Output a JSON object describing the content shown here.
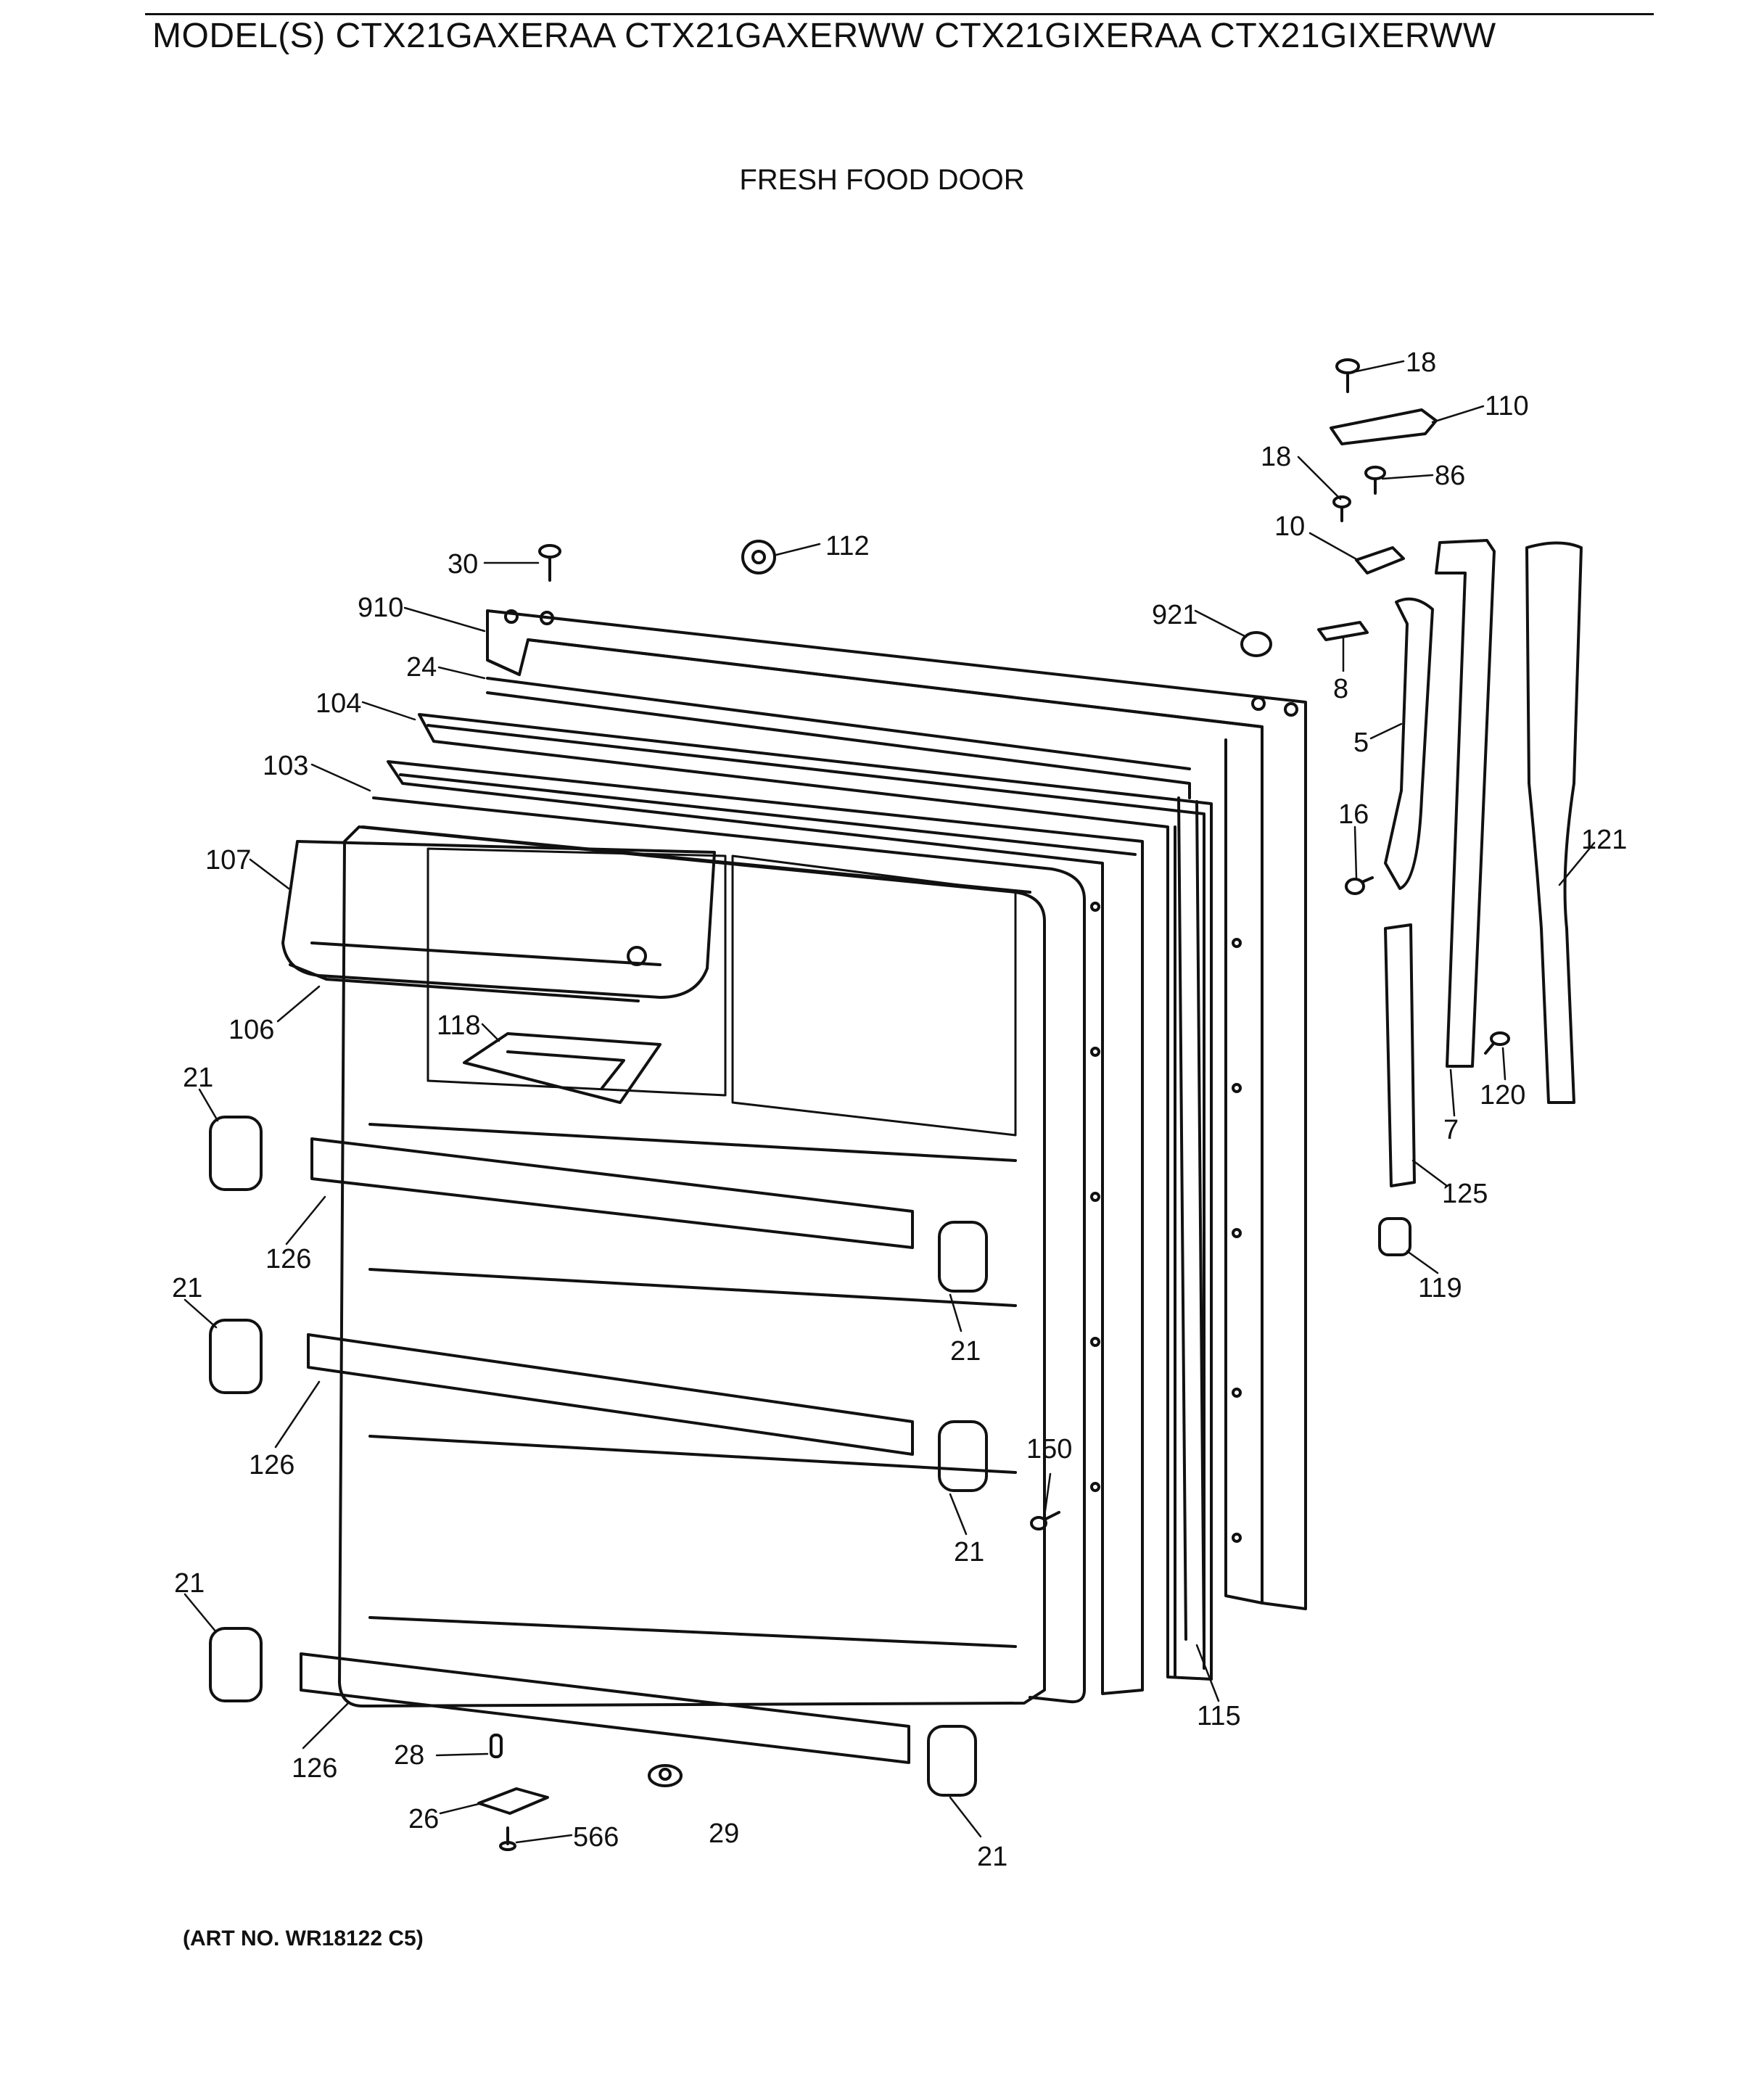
{
  "header": {
    "model_title": "MODEL(S) CTX21GAXERAA CTX21GAXERWW CTX21GIXERAA CTX21GIXERWW",
    "section_title": "FRESH FOOD DOOR"
  },
  "footer": {
    "art_no": "(ART NO. WR18122 C5)"
  },
  "callouts": {
    "c18a": "18",
    "c110": "110",
    "c18b": "18",
    "c86": "86",
    "c10": "10",
    "c30": "30",
    "c112": "112",
    "c910": "910",
    "c921": "921",
    "c24": "24",
    "c8": "8",
    "c104": "104",
    "c5": "5",
    "c103": "103",
    "c16": "16",
    "c121": "121",
    "c107": "107",
    "c118": "118",
    "c106": "106",
    "c21a": "21",
    "c120": "120",
    "c7": "7",
    "c125": "125",
    "c126a": "126",
    "c21b": "21",
    "c119": "119",
    "c21c": "21",
    "c126b": "126",
    "c150": "150",
    "c21d": "21",
    "c21e": "21",
    "c115": "115",
    "c126c": "126",
    "c28": "28",
    "c26": "26",
    "c566": "566",
    "c29": "29",
    "c21f": "21"
  }
}
